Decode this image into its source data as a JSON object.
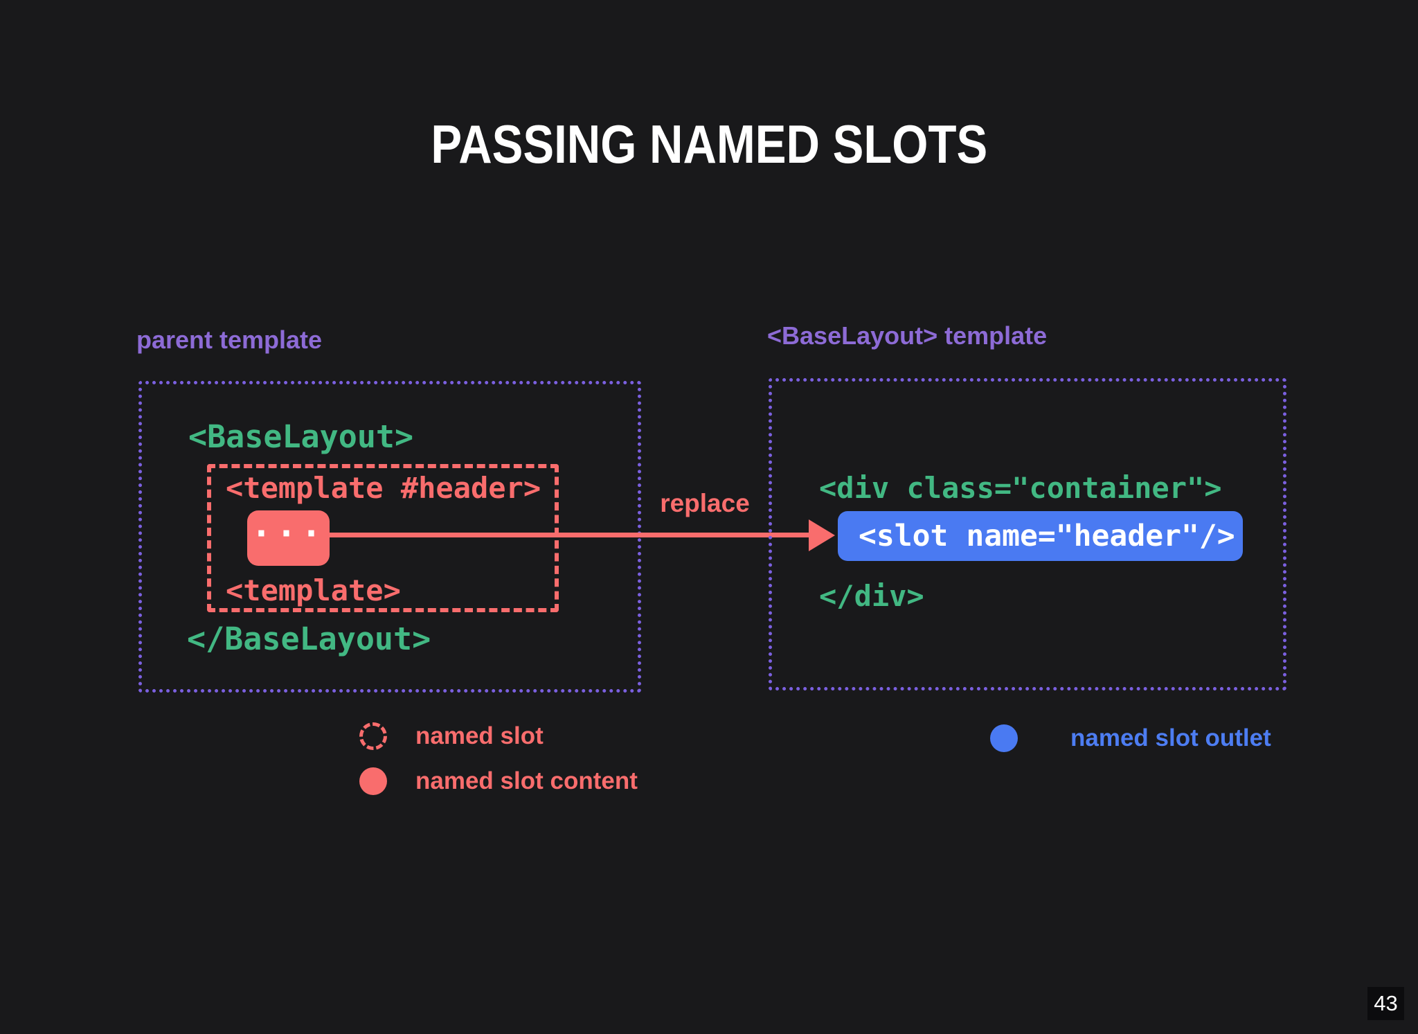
{
  "slide": {
    "title": "PASSING NAMED SLOTS",
    "page_number": "43"
  },
  "colors": {
    "background": "#19191b",
    "purple_label": "#8d6bd6",
    "purple_border": "#7b60e0",
    "green_code": "#42b883",
    "red_accent": "#f96d6d",
    "blue_accent": "#4a7af2",
    "white": "#ffffff"
  },
  "parent_panel": {
    "label": "parent template",
    "code_open": "<BaseLayout>",
    "named_slot": {
      "open_line": "<template #header>",
      "content_placeholder": "...",
      "close_line": "<template>"
    },
    "code_close": "</BaseLayout>"
  },
  "arrow": {
    "label": "replace"
  },
  "base_layout_panel": {
    "label": "<BaseLayout> template",
    "code_open": "<div class=\"container\">",
    "slot_outlet": "<slot name=\"header\"/>",
    "code_close": "</div>"
  },
  "legend": {
    "named_slot": "named slot",
    "named_slot_content": "named slot content",
    "named_slot_outlet": "named slot outlet"
  }
}
